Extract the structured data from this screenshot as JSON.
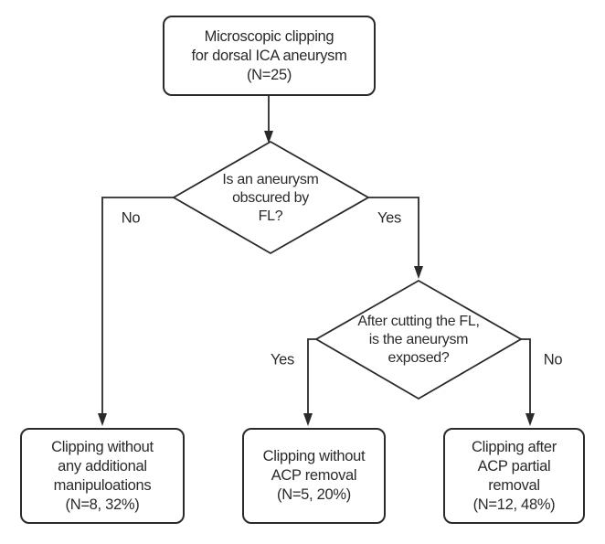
{
  "diagram": {
    "type": "flowchart",
    "background": "#ffffff",
    "stroke_color": "#2a2a2a",
    "text_color": "#2a2a2a",
    "nodes": {
      "start": {
        "shape": "rounded-rect",
        "text": "Microscopic clipping\nfor dorsal ICA aneurysm\n(N=25)"
      },
      "decision1": {
        "shape": "diamond",
        "text": "Is an aneurysm\nobscured by\nFL?"
      },
      "decision2": {
        "shape": "diamond",
        "text": "After cutting the FL,\nis the aneurysm\nexposed?"
      },
      "outcome_left": {
        "shape": "rounded-rect",
        "text": "Clipping without\nany additional\nmanipuloations\n(N=8, 32%)"
      },
      "outcome_middle": {
        "shape": "rounded-rect",
        "text": "Clipping without\nACP removal\n(N=5, 20%)"
      },
      "outcome_right": {
        "shape": "rounded-rect",
        "text": "Clipping after\nACP partial\nremoval\n(N=12, 48%)"
      }
    },
    "edge_labels": {
      "decision1_no": "No",
      "decision1_yes": "Yes",
      "decision2_yes": "Yes",
      "decision2_no": "No"
    }
  }
}
